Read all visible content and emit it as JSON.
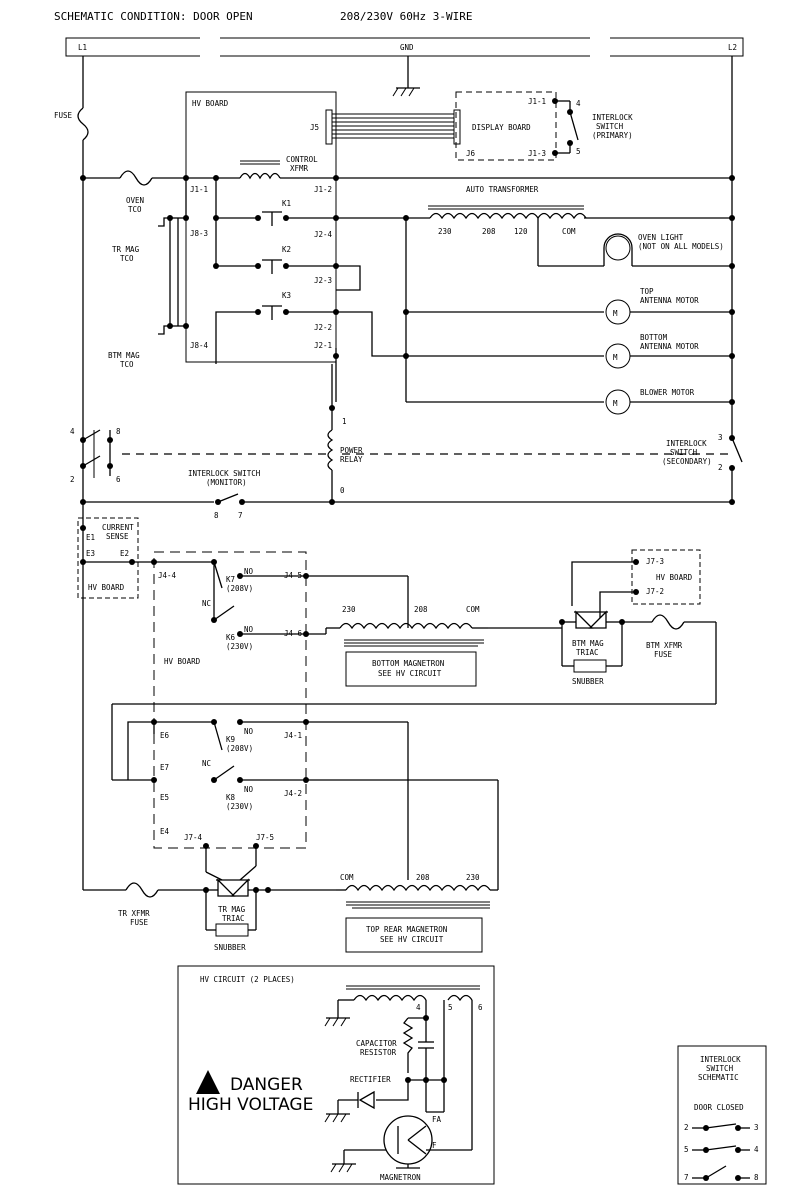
{
  "header": {
    "condition": "SCHEMATIC CONDITION: DOOR OPEN",
    "supply": "208/230V 60Hz 3-WIRE"
  },
  "rails": {
    "l1": "L1",
    "gnd": "GND",
    "l2": "L2"
  },
  "labels": {
    "fuse": "FUSE",
    "hv_board": "HV BOARD",
    "j5": "J5",
    "display_board": "DISPLAY BOARD",
    "j6": "J6",
    "j1_1_disp": "J1-1",
    "j1_3_disp": "J1-3",
    "primary_switch": [
      "INTERLOCK",
      "SWITCH",
      "(PRIMARY)"
    ],
    "pin4": "4",
    "pin5": "5",
    "control_xfmr": [
      "CONTROL",
      "XFMR"
    ],
    "j1_1": "J1-1",
    "j1_2": "J1-2",
    "oven_tco": [
      "OVEN",
      "TCO"
    ],
    "j8_3": "J8-3",
    "j8_4": "J8-4",
    "tr_mag_tco": [
      "TR MAG",
      "TCO"
    ],
    "btm_mag_tco": [
      "BTM MAG",
      "TCO"
    ],
    "k1": "K1",
    "k2": "K2",
    "k3": "K3",
    "j2_4": "J2-4",
    "j2_3": "J2-3",
    "j2_2": "J2-2",
    "j2_1": "J2-1",
    "auto_transformer": "AUTO TRANSFORMER",
    "tap_230": "230",
    "tap_208": "208",
    "tap_120": "120",
    "tap_com": "COM",
    "oven_light": [
      "OVEN LIGHT",
      "(NOT ON ALL MODELS)"
    ],
    "top_antenna": [
      "TOP",
      "ANTENNA MOTOR"
    ],
    "bottom_antenna": [
      "BOTTOM",
      "ANTENNA MOTOR"
    ],
    "blower_motor": "BLOWER MOTOR",
    "motor_symbol": "M",
    "power_relay": [
      "POWER",
      "RELAY"
    ],
    "relay_pin1": "1",
    "relay_pin0": "0",
    "monitor_switch": [
      "INTERLOCK SWITCH",
      "(MONITOR)"
    ],
    "monitor_pin8": "8",
    "monitor_pin7": "7",
    "secondary_switch": [
      "INTERLOCK",
      "SWITCH",
      "(SECONDARY)"
    ],
    "sec_pin3": "3",
    "sec_pin2": "2",
    "left_pin4": "4",
    "left_pin8": "8",
    "left_pin2": "2",
    "left_pin6": "6",
    "current_sense": [
      "CURRENT",
      "SENSE"
    ],
    "e1": "E1",
    "e3": "E3",
    "e2": "E2",
    "hv_board_small": "HV BOARD",
    "j4_4": "J4-4",
    "j4_5": "J4-5",
    "j4_6": "J4-6",
    "j4_1": "J4-1",
    "j4_2": "J4-2",
    "k7": [
      "K7",
      "(208V)"
    ],
    "k6": [
      "K6",
      "(230V)"
    ],
    "k9": [
      "K9",
      "(208V)"
    ],
    "k8": [
      "K8",
      "(230V)"
    ],
    "no": "NO",
    "nc": "NC",
    "hv_board_mid": "HV BOARD",
    "e6": "E6",
    "e7": "E7",
    "e5": "E5",
    "e4": "E4",
    "j7_4": "J7-4",
    "j7_5": "J7-5",
    "btm_tap_230": "230",
    "btm_tap_208": "208",
    "btm_tap_com": "COM",
    "bottom_magnetron": [
      "BOTTOM MAGNETRON",
      "SEE HV CIRCUIT"
    ],
    "j7_3": "J7-3",
    "j7_2": "J7-2",
    "hv_board_right": "HV BOARD",
    "btm_mag_triac": [
      "BTM MAG",
      "TRIAC"
    ],
    "snubber": "SNUBBER",
    "btm_xfmr_fuse": [
      "BTM XFMR",
      "FUSE"
    ],
    "tr_xfmr_fuse": [
      "TR XFMR",
      "FUSE"
    ],
    "tr_mag_triac": [
      "TR MAG",
      "TRIAC"
    ],
    "snubber2": "SNUBBER",
    "top_tap_com": "COM",
    "top_tap_208": "208",
    "top_tap_230": "230",
    "top_rear_magnetron": [
      "TOP REAR MAGNETRON",
      "SEE HV CIRCUIT"
    ],
    "hv_circuit_title": "HV CIRCUIT (2 PLACES)",
    "hv_pin4": "4",
    "hv_pin5": "5",
    "hv_pin6": "6",
    "capacitor_resistor": [
      "CAPACITOR",
      "RESISTOR"
    ],
    "rectifier": "RECTIFIER",
    "fa": "FA",
    "f": "F",
    "magnetron": "MAGNETRON",
    "danger": "DANGER",
    "high_voltage": "HIGH VOLTAGE",
    "interlock_schematic": [
      "INTERLOCK",
      "SWITCH",
      "SCHEMATIC"
    ],
    "door_closed": "DOOR CLOSED",
    "ds_2": "2",
    "ds_3": "3",
    "ds_5": "5",
    "ds_4": "4",
    "ds_7": "7",
    "ds_8": "8"
  }
}
